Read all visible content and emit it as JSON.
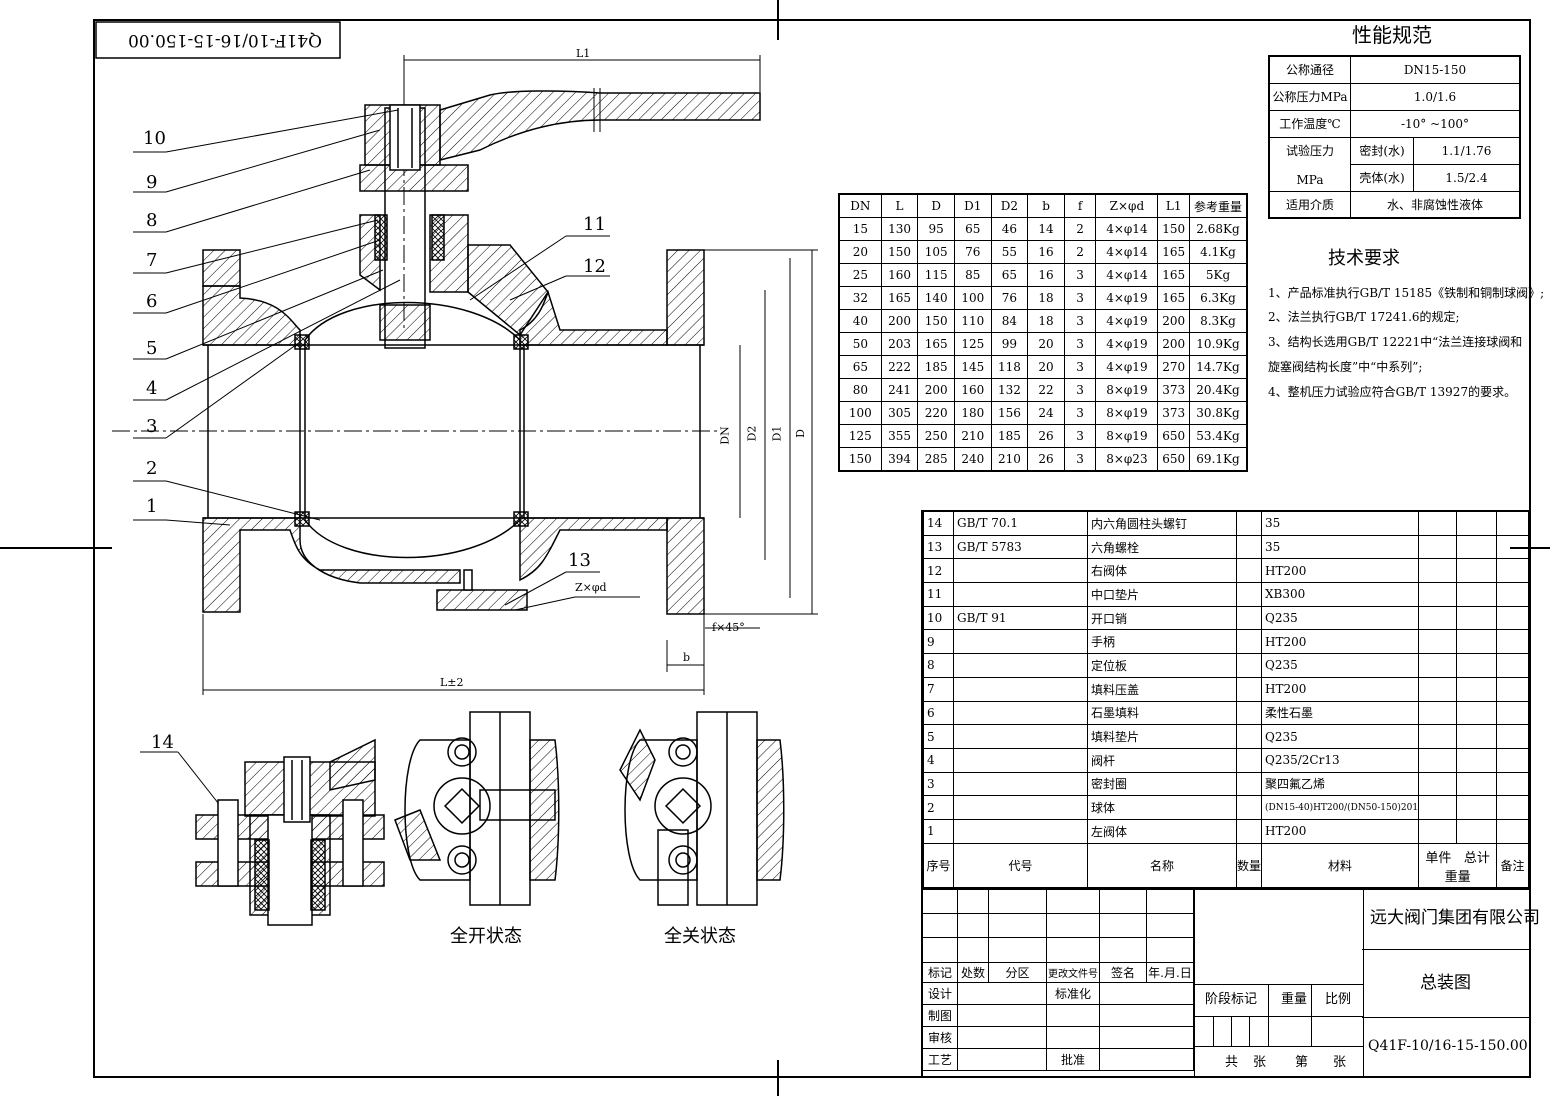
{
  "drawing_number_stamp": "Q41F-10/16-15-150.00",
  "perf_spec": {
    "title": "性能规范",
    "rows": [
      {
        "label": "公称通径",
        "value": "DN15-150"
      },
      {
        "label": "公称压力MPa",
        "value": "1.0/1.6"
      },
      {
        "label": "工作温度℃",
        "value": "-10° ~100°"
      },
      {
        "label": "试验压力MPa",
        "label1": "试验压力",
        "label2": "MPa",
        "sub": [
          {
            "k": "密封(水)",
            "v": "1.1/1.76"
          },
          {
            "k": "壳体(水)",
            "v": "1.5/2.4"
          }
        ]
      },
      {
        "label": "适用介质",
        "value": "水、非腐蚀性液体"
      }
    ]
  },
  "tech_req": {
    "title": "技术要求",
    "items": [
      "1、产品标准执行GB/T 15185《铁制和铜制球阀》;",
      "2、法兰执行GB/T 17241.6的规定;",
      "3、结构长选用GB/T 12221中“法兰连接球阀和",
      "旋塞阀结构长度”中“中系列”;",
      "4、整机压力试验应符合GB/T 13927的要求。"
    ]
  },
  "dim_table": {
    "headers": [
      "DN",
      "L",
      "D",
      "D1",
      "D2",
      "b",
      "f",
      "Z×φd",
      "L1",
      "参考重量"
    ],
    "rows": [
      [
        "15",
        "130",
        "95",
        "65",
        "46",
        "14",
        "2",
        "4×φ14",
        "150",
        "2.68Kg"
      ],
      [
        "20",
        "150",
        "105",
        "76",
        "55",
        "16",
        "2",
        "4×φ14",
        "165",
        "4.1Kg"
      ],
      [
        "25",
        "160",
        "115",
        "85",
        "65",
        "16",
        "3",
        "4×φ14",
        "165",
        "5Kg"
      ],
      [
        "32",
        "165",
        "140",
        "100",
        "76",
        "18",
        "3",
        "4×φ19",
        "165",
        "6.3Kg"
      ],
      [
        "40",
        "200",
        "150",
        "110",
        "84",
        "18",
        "3",
        "4×φ19",
        "200",
        "8.3Kg"
      ],
      [
        "50",
        "203",
        "165",
        "125",
        "99",
        "20",
        "3",
        "4×φ19",
        "200",
        "10.9Kg"
      ],
      [
        "65",
        "222",
        "185",
        "145",
        "118",
        "20",
        "3",
        "4×φ19",
        "270",
        "14.7Kg"
      ],
      [
        "80",
        "241",
        "200",
        "160",
        "132",
        "22",
        "3",
        "8×φ19",
        "373",
        "20.4Kg"
      ],
      [
        "100",
        "305",
        "220",
        "180",
        "156",
        "24",
        "3",
        "8×φ19",
        "373",
        "30.8Kg"
      ],
      [
        "125",
        "355",
        "250",
        "210",
        "185",
        "26",
        "3",
        "8×φ19",
        "650",
        "53.4Kg"
      ],
      [
        "150",
        "394",
        "285",
        "240",
        "210",
        "26",
        "3",
        "8×φ23",
        "650",
        "69.1Kg"
      ]
    ]
  },
  "bom": {
    "rows": [
      [
        "14",
        "GB/T 70.1",
        "内六角圆柱头螺钉",
        "",
        "35"
      ],
      [
        "13",
        "GB/T 5783",
        "六角螺栓",
        "",
        "35"
      ],
      [
        "12",
        "",
        "右阀体",
        "",
        "HT200"
      ],
      [
        "11",
        "",
        "中口垫片",
        "",
        "XB300"
      ],
      [
        "10",
        "GB/T 91",
        "开口销",
        "",
        "Q235"
      ],
      [
        "9",
        "",
        "手柄",
        "",
        "HT200"
      ],
      [
        "8",
        "",
        "定位板",
        "",
        "Q235"
      ],
      [
        "7",
        "",
        "填料压盖",
        "",
        "HT200"
      ],
      [
        "6",
        "",
        "石墨填料",
        "",
        "柔性石墨"
      ],
      [
        "5",
        "",
        "填料垫片",
        "",
        "Q235"
      ],
      [
        "4",
        "",
        "阀杆",
        "",
        "Q235/2Cr13"
      ],
      [
        "3",
        "",
        "密封圈",
        "",
        "聚四氟乙烯"
      ],
      [
        "2",
        "",
        "球体",
        "",
        "(DN15-40)HT200/(DN50-150)201"
      ],
      [
        "1",
        "",
        "左阀体",
        "",
        "HT200"
      ]
    ],
    "header": {
      "no": "序号",
      "code": "代号",
      "name": "名称",
      "qty": "数量",
      "material": "材料",
      "unit": "单件",
      "total": "总计",
      "weight": "重量",
      "remark": "备注"
    }
  },
  "title_block": {
    "company": "远大阀门集团有限公司",
    "drawing_title": "总装图",
    "drawing_number": "Q41F-10/16-15-150.00",
    "rev_headers": [
      "标记",
      "处数",
      "分区",
      "更改文件号",
      "签名",
      "年.月.日"
    ],
    "roles": [
      "设计",
      "制图",
      "审核",
      "工艺"
    ],
    "std": "标准化",
    "approve": "批准",
    "stage": "阶段标记",
    "weight": "重量",
    "scale": "比例",
    "sheets_total": "共",
    "sheets_unit1": "张",
    "sheet_no": "第",
    "sheets_unit2": "张"
  },
  "views": {
    "open_state": "全开状态",
    "closed_state": "全关状态"
  },
  "callouts": [
    "1",
    "2",
    "3",
    "4",
    "5",
    "6",
    "7",
    "8",
    "9",
    "10",
    "11",
    "12",
    "13",
    "14"
  ],
  "dim_labels": {
    "L1": "L1",
    "L": "L±2",
    "DN": "DN",
    "D1": "D1",
    "D2": "D2",
    "D": "D",
    "b": "b",
    "f": "f×45°",
    "zd": "Z×φd"
  }
}
